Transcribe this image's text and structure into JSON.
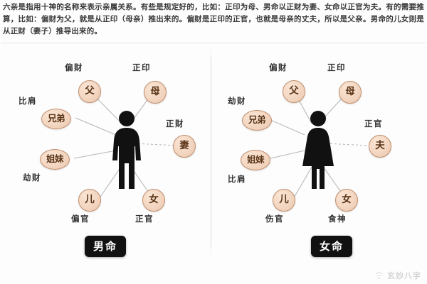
{
  "intro": {
    "paragraph": "六亲是指用十神的名称来表示亲属关系。有些是规定好的，比如：正印为母、男命以正财为妻、女命以正官为夫。有的需要推算，比如：偏财为父，就是从正印（母亲）推出来的。偏财是正印的正官，也就是母亲的丈夫，所以是父亲。男命的儿女则是从正财（妻子）推导出来的。"
  },
  "colors": {
    "node_fill": "#f3d6c1",
    "node_border": "#c09070",
    "node_text": "#5a3417",
    "tag_text": "#333333",
    "figure": "#111111",
    "wire": "#b9b9b9",
    "plaque_bg": "#111111",
    "divider": "#dcdcdc"
  },
  "panels": [
    {
      "id": "male",
      "caption": "男命",
      "figure_icon": "male-figure-icon",
      "nodes": [
        {
          "key": "father",
          "relation": "父",
          "ten_god": "偏财"
        },
        {
          "key": "mother",
          "relation": "母",
          "ten_god": "正印"
        },
        {
          "key": "brother",
          "relation": "兄弟",
          "ten_god": "比肩"
        },
        {
          "key": "sister",
          "relation": "姐妹",
          "ten_god": "劫财"
        },
        {
          "key": "spouse",
          "relation": "妻",
          "ten_god": "正财"
        },
        {
          "key": "son",
          "relation": "儿",
          "ten_god": "偏官"
        },
        {
          "key": "daughter",
          "relation": "女",
          "ten_god": "正官"
        }
      ]
    },
    {
      "id": "female",
      "caption": "女命",
      "figure_icon": "female-figure-icon",
      "nodes": [
        {
          "key": "father",
          "relation": "父",
          "ten_god": "偏财"
        },
        {
          "key": "mother",
          "relation": "母",
          "ten_god": "正印"
        },
        {
          "key": "brother",
          "relation": "兄弟",
          "ten_god": "劫财"
        },
        {
          "key": "sister",
          "relation": "姐妹",
          "ten_god": "比肩"
        },
        {
          "key": "spouse",
          "relation": "夫",
          "ten_god": "正官"
        },
        {
          "key": "son",
          "relation": "儿",
          "ten_god": "伤官"
        },
        {
          "key": "daughter",
          "relation": "女",
          "ten_god": "食神"
        }
      ]
    }
  ],
  "watermark": {
    "text": "玄妙八字",
    "logo_icon": "brand-logo-icon"
  }
}
